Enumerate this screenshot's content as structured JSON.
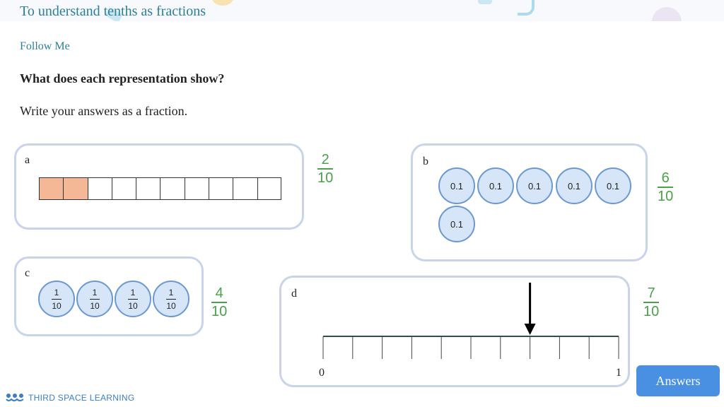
{
  "header": {
    "title": "To understand tenths as fractions"
  },
  "section_label": "Follow Me",
  "question": "What does each representation show?",
  "instruction": "Write your answers as a fraction.",
  "cards": {
    "a": {
      "label": "a",
      "total_cells": 10,
      "shaded_cells": 2,
      "answer": {
        "numerator": "2",
        "denominator": "10"
      }
    },
    "b": {
      "label": "b",
      "counters": [
        "0.1",
        "0.1",
        "0.1",
        "0.1",
        "0.1",
        "0.1"
      ],
      "answer": {
        "numerator": "6",
        "denominator": "10"
      }
    },
    "c": {
      "label": "c",
      "counters": [
        {
          "numerator": "1",
          "denominator": "10"
        },
        {
          "numerator": "1",
          "denominator": "10"
        },
        {
          "numerator": "1",
          "denominator": "10"
        },
        {
          "numerator": "1",
          "denominator": "10"
        }
      ],
      "answer": {
        "numerator": "4",
        "denominator": "10"
      }
    },
    "d": {
      "label": "d",
      "start": "0",
      "end": "1",
      "intervals": 10,
      "arrow_at_tick": 7,
      "answer": {
        "numerator": "7",
        "denominator": "10"
      }
    }
  },
  "answers_button": "Answers",
  "brand": "THIRD SPACE LEARNING",
  "colors": {
    "accent": "#2d7f97",
    "answer_green": "#4aa14a",
    "card_border": "#c9d3ea",
    "counter_fill": "#d6e6f8",
    "shaded": "#f5b896",
    "button": "#4a90e2"
  }
}
